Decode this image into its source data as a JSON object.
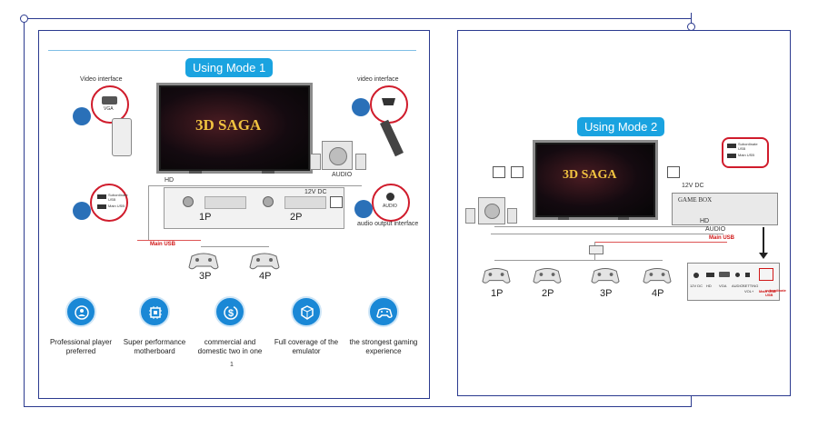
{
  "mode1": {
    "title": "Using Mode 1",
    "labels": {
      "video_interface_left": "Video interface",
      "video_interface_right": "video interface",
      "vga": "VGA",
      "hd": "HD",
      "audio": "AUDIO",
      "dc": "12V DC",
      "usb_sub": "Subordinate USB",
      "usb_main": "Main USB",
      "main_usb_red": "Main USB",
      "audio_small": "AUDIO",
      "audio_output": "audio output interface",
      "p1": "1P",
      "p2": "2P",
      "p3": "3P",
      "p4": "4P",
      "page_number": "1"
    },
    "features": [
      {
        "icon": "target-person-icon",
        "text": "Professional player preferred"
      },
      {
        "icon": "chip-icon",
        "text": "Super performance motherboard"
      },
      {
        "icon": "dollar-cycle-icon",
        "text": "commercial and domestic two in one"
      },
      {
        "icon": "cube-icon",
        "text": "Full coverage of the emulator"
      },
      {
        "icon": "gamepad-icon",
        "text": "the strongest gaming experience"
      }
    ]
  },
  "mode2": {
    "title": "Using Mode 2",
    "labels": {
      "usb_sub": "Subordinate USB",
      "usb_main": "Main USB",
      "dc": "12V DC",
      "game_box": "GAME BOX",
      "hd": "HD",
      "audio": "AUDIO",
      "main_usb_red": "Main USB",
      "p1": "1P",
      "p2": "2P",
      "p3": "3P",
      "p4": "4P",
      "port_dc": "12V DC",
      "port_hd": "HD",
      "port_vga": "VGA",
      "port_audio": "AUDIO",
      "port_setting": "SETTING",
      "port_vol": "VOL+",
      "port_main_usb": "Main USB",
      "port_sub_usb": "subordinate USB"
    }
  },
  "tv_logo": "3D SAGA",
  "colors": {
    "accent": "#1aa3e0",
    "frame": "#2b3a8f",
    "red": "#d01818"
  }
}
